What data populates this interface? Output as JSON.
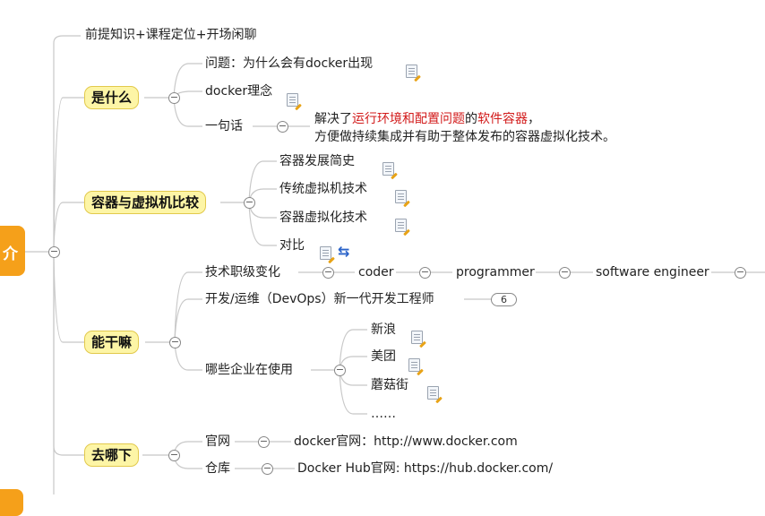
{
  "root": {
    "label": "介"
  },
  "intro": "前提知识+课程定位+开场闲聊",
  "what": {
    "label": "是什么",
    "problem": "问题：为什么会有docker出现",
    "concept": "docker理念",
    "one_sentence": "一句话",
    "desc": {
      "p1": "解决了",
      "h1": "运行环境和配置问题",
      "p2": "的",
      "h2": "软件容器",
      "p3": "，",
      "line2": "方便做持续集成并有助于整体发布的容器虚拟化技术。"
    }
  },
  "compare": {
    "label": "容器与虚拟机比较",
    "items": [
      "容器发展简史",
      "传统虚拟机技术",
      "容器虚拟化技术",
      "对比"
    ]
  },
  "can_do": {
    "label": "能干嘛",
    "job_change": "技术职级变化",
    "chain": [
      "coder",
      "programmer",
      "software engineer"
    ],
    "devops": "开发/运维（DevOps）新一代开发工程师",
    "devops_count": "6",
    "companies_label": "哪些企业在使用",
    "companies": [
      "新浪",
      "美团",
      "蘑菇街",
      "……"
    ]
  },
  "where": {
    "label": "去哪下",
    "site_label": "官网",
    "site_value": "docker官网：http://www.docker.com",
    "repo_label": "仓库",
    "repo_value": "Docker Hub官网: https://hub.docker.com/"
  },
  "colors": {
    "topic_fill": "#fdf5a6",
    "topic_border": "#e2c94c",
    "root": "#f5a01a",
    "highlight": "#d21a1a",
    "line": "#c8c8c8"
  },
  "icons": {
    "note": "note-icon",
    "relation": "relationship-icon",
    "collapse": "collapse-toggle-icon"
  }
}
